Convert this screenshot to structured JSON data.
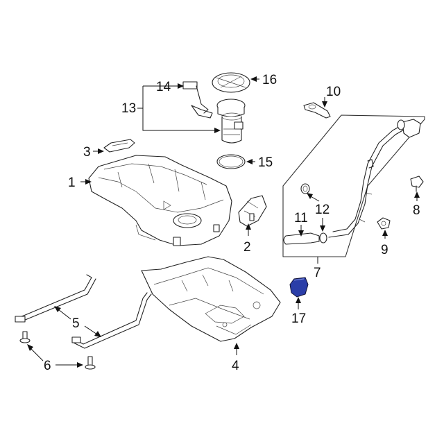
{
  "callouts": {
    "c1": "1",
    "c2": "2",
    "c3": "3",
    "c4": "4",
    "c5": "5",
    "c6": "6",
    "c7": "7",
    "c8": "8",
    "c9": "9",
    "c10": "10",
    "c11": "11",
    "c12": "12",
    "c13": "13",
    "c14": "14",
    "c15": "15",
    "c16": "16",
    "c17": "17"
  },
  "colors": {
    "line": "#222222",
    "highlight_part_fill": "#2b3ea8",
    "background": "#ffffff"
  }
}
